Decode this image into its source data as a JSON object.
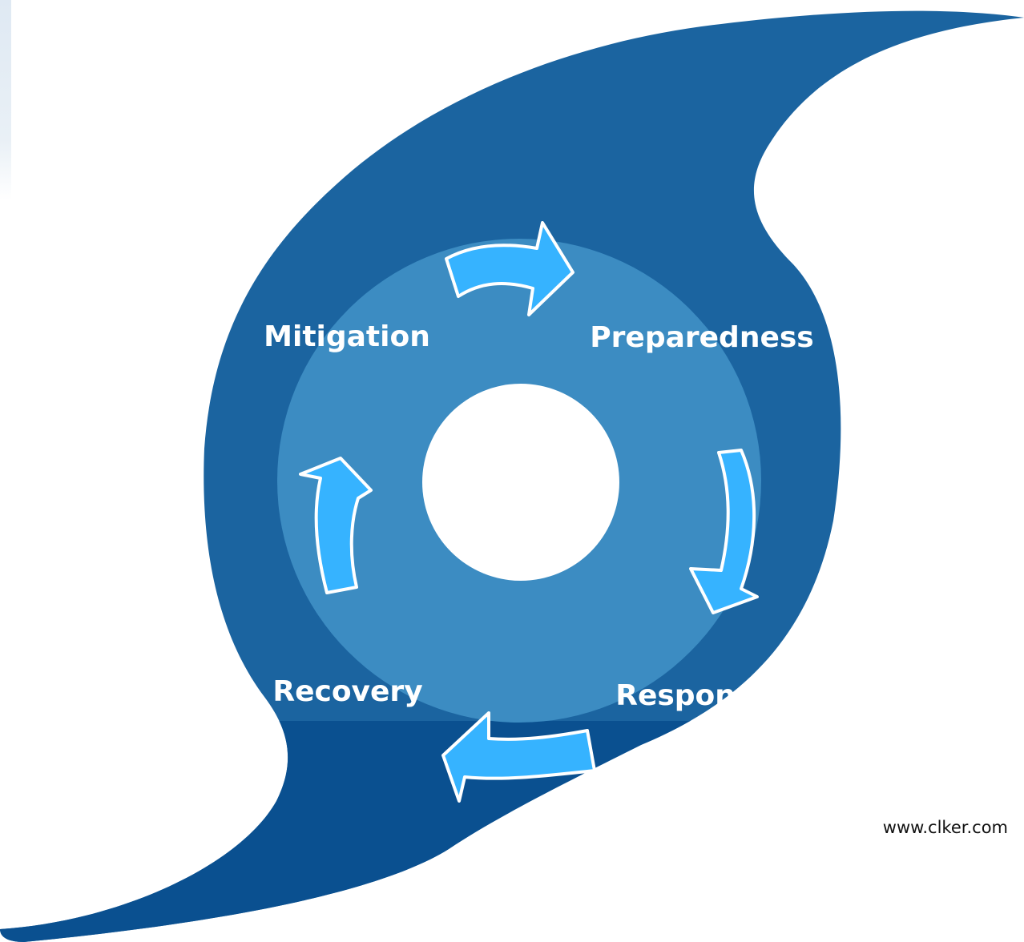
{
  "colors": {
    "storm_outer": "#1b64a0",
    "storm_lower": "#0a5090",
    "ring": "#3c8cc2",
    "eye": "#ffffff",
    "arrow_fill": "#36b3ff",
    "arrow_stroke": "#ffffff",
    "label_text": "#ffffff",
    "credit_text": "#111111"
  },
  "cycle": {
    "phases": [
      {
        "label": "Mitigation"
      },
      {
        "label": "Preparedness"
      },
      {
        "label": "Response"
      },
      {
        "label": "Recovery"
      }
    ],
    "arrows": [
      {
        "direction": "right",
        "connects": "Mitigation to Preparedness"
      },
      {
        "direction": "down",
        "connects": "Preparedness to Response"
      },
      {
        "direction": "left",
        "connects": "Response to Recovery"
      },
      {
        "direction": "up",
        "connects": "Recovery to Mitigation"
      }
    ]
  },
  "credit": "www.clker.com",
  "icons": {
    "storm": "hurricane-symbol-icon",
    "arrow": "curved-arrow-icon"
  }
}
